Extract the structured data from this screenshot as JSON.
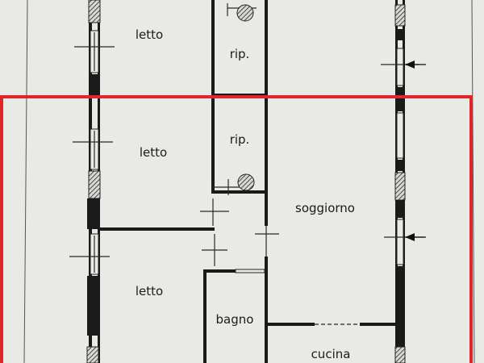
{
  "rooms": {
    "top_letto": "letto",
    "top_rip": "rip.",
    "top_partial": "",
    "mid_letto": "letto",
    "mid_rip": "rip.",
    "soggiorno": "soggiorno",
    "bottom_letto": "letto",
    "bagno": "bagno",
    "cucina": "cucina"
  },
  "colors": {
    "paper": "#e9e9e6",
    "wall": "#1a1a1a",
    "highlight": "#e0262b"
  }
}
